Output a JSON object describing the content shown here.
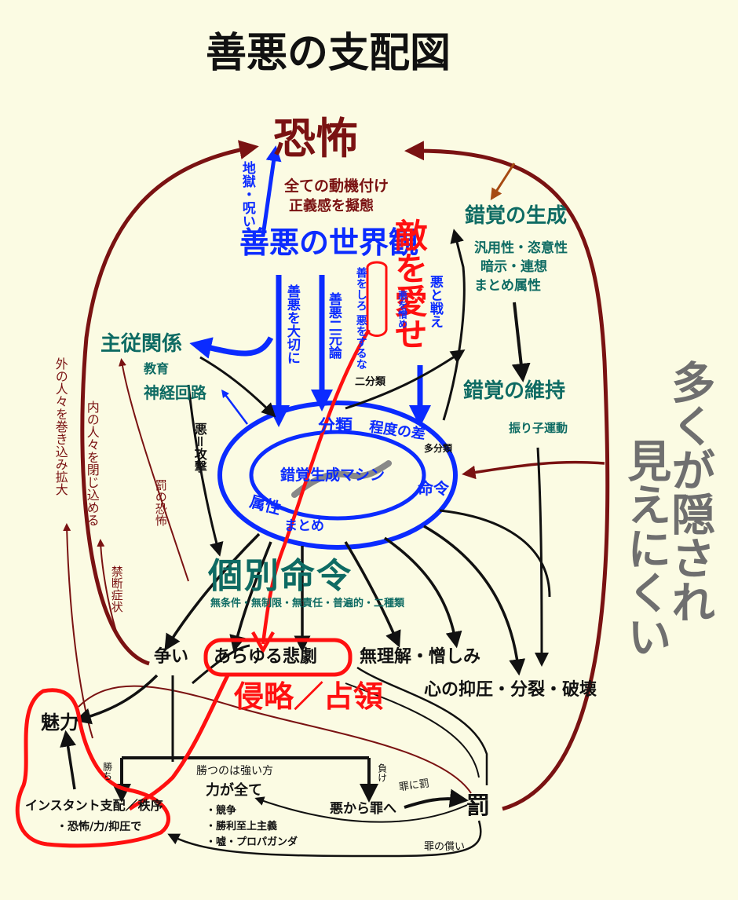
{
  "title": "善悪の支配図",
  "fear": {
    "label": "恐怖",
    "motivation": "全ての動機付け",
    "justice": "正義感を擬態",
    "hell_curse": "地獄・呪い"
  },
  "worldview": "善悪の世界観",
  "enemy_love": "敵を愛せ",
  "beams": [
    "善悪を大切に",
    "善悪二元論",
    "善をしろ 悪をするな",
    "悪を憎め",
    "悪と戦え"
  ],
  "master_servant": "主従関係",
  "education": "教育",
  "neural_circuit": "神経回路",
  "evil_attack": "悪＝攻撃",
  "classify_top": "二分類",
  "illusion_gen": {
    "title": "錯覚の生成",
    "desc": [
      "汎用性・恣意性",
      "暗示・連想",
      "まとめ属性"
    ]
  },
  "illusion_keep": {
    "title": "錯覚の維持",
    "desc": "振り子運動"
  },
  "hidden": [
    "多くが隠され",
    "見えにくい"
  ],
  "machine": {
    "center": "錯覚生成マシン",
    "classify": "分類",
    "degree": "程度の差",
    "multi": "多分類",
    "command": "命令",
    "attribute": "属性",
    "summary": "まとめ"
  },
  "individual": {
    "title": "個別命令",
    "desc": "無条件・無制限・無責任・普遍的・二種類"
  },
  "outcomes": {
    "conflict": "争い",
    "tragedy": "あらゆる悲劇",
    "misunderstanding": "無理解・憎しみ",
    "oppression": "心の抑圧・分裂・破壊",
    "invasion": "侵略／占領"
  },
  "left_side": {
    "outer": "外の人々を巻き込み拡大",
    "inner": "内の人々を閉じ込める",
    "fear_punish": "罰の恐怖",
    "taboo": "禁断症状"
  },
  "charm": "魅力",
  "instant": {
    "title": "インスタント支配／秩序",
    "sub": "・恐怖/力/抑圧で"
  },
  "win": "勝ち",
  "lose": "負け",
  "strong": "勝つのは強い方",
  "power": {
    "title": "力が全て",
    "items": [
      "・競争",
      "・勝利至上主義",
      "・嘘・プロパガンダ"
    ]
  },
  "evil_sin": "悪から罪へ",
  "punish": "罰",
  "sin_punish": "罪に罰",
  "atone": "罪の償い",
  "colors": {
    "maroon": "#7a1212",
    "blue": "#0b2bff",
    "teal": "#0e6b63",
    "red": "#ff1010",
    "gray": "#6f6f6f",
    "brown": "#a64a12",
    "dark_red": "#8c1010"
  }
}
